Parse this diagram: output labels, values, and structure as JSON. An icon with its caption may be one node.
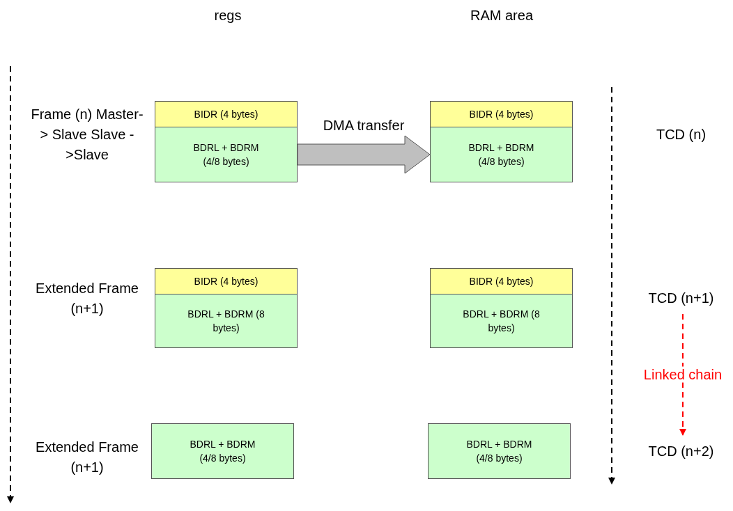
{
  "diagram": {
    "nodes": [
      {
        "text": [
          "BIDR (4 bytes)"
        ]
      },
      {
        "text": [
          "BDRL + BDRM (4/8 bytes)"
        ]
      },
      {
        "text": [
          "BIDR (4 bytes)"
        ]
      },
      {
        "text": [
          "BDRL + BDRM (4/8 bytes)"
        ]
      },
      {
        "text": [
          "TCD (n)"
        ]
      },
      {
        "text": [
          "BIDR (4 bytes)"
        ]
      },
      {
        "text": [
          "BDRL + BDRM (8 bytes)"
        ]
      },
      {
        "text": [
          "BIDR (4 bytes)"
        ]
      },
      {
        "text": [
          "BDRL + BDRM (8 bytes)"
        ]
      },
      {
        "text": [
          "TCD (n+1)"
        ]
      },
      {
        "text": [
          "BDRL + BDRM (4/8 bytes)"
        ]
      },
      {
        "text": [
          "BDRL + BDRM (4/8 bytes)"
        ]
      },
      {
        "text": [
          "TCD (n+2)"
        ]
      }
    ],
    "edges": [
      {
        "from": 1,
        "to": 3,
        "arrow": "to",
        "label": "DMA transfer",
        "style": "thick",
        "color": "#bfbfbf"
      },
      {
        "from": 9,
        "to": 12,
        "arrow": "to",
        "label": "Linked chain",
        "style": "dashed",
        "color": "#ff0000"
      }
    ],
    "labels": [
      "regs",
      "RAM area",
      "Frame (n) Master-> Slave Slave ->Slave",
      "Extended Frame (n+1)",
      "Extended Frame (n+1)"
    ]
  }
}
